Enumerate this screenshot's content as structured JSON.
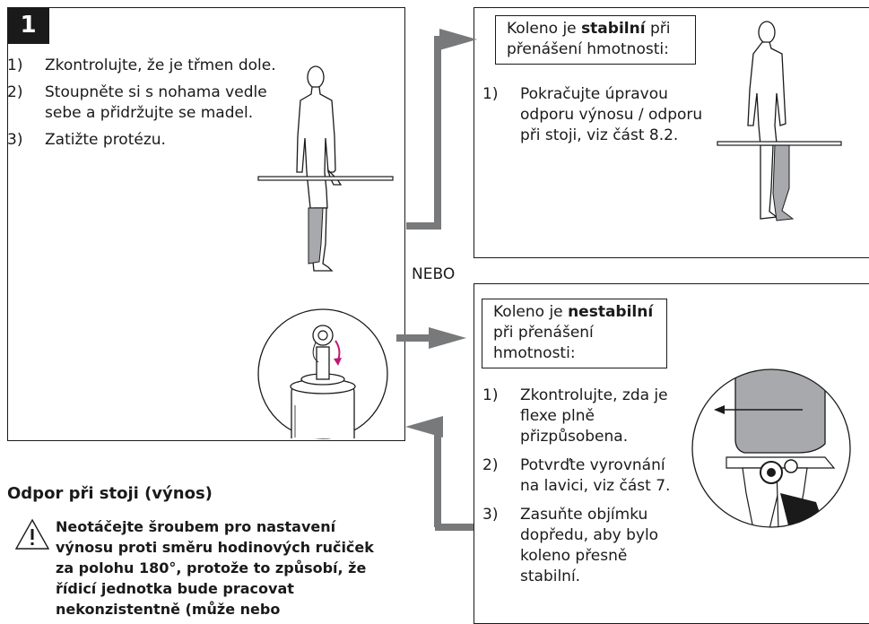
{
  "step": {
    "number": "1"
  },
  "left_box": {
    "items": [
      {
        "num": "1)",
        "text": "Zkontrolujte, že je třmen dole."
      },
      {
        "num": "2)",
        "text": "Stoupněte si s nohama vedle sebe a přidržujte se madel."
      },
      {
        "num": "3)",
        "text": "Zatižte protézu."
      }
    ]
  },
  "stable_box": {
    "callout_pre": "Koleno je ",
    "callout_bold": "stabilní",
    "callout_post": " při přenášení hmotnosti:",
    "items": [
      {
        "num": "1)",
        "text": "Pokračujte úpravou odporu výnosu / odporu při stoji, viz část 8.2."
      }
    ]
  },
  "or_label": "NEBO",
  "unstable_box": {
    "callout_pre": "Koleno je ",
    "callout_bold": "nestabilní",
    "callout_post": " při přenášení hmotnosti:",
    "items": [
      {
        "num": "1)",
        "text": "Zkontrolujte, zda je flexe plně přizpůsobena."
      },
      {
        "num": "2)",
        "text": "Potvrďte vyrovnání na lavici, viz část 7."
      },
      {
        "num": "3)",
        "text": "Zasuňte objímku dopředu, aby bylo koleno přesně stabilní."
      }
    ]
  },
  "section": {
    "title": "Odpor při stoji (výnos)",
    "warning": "Neotáčejte šroubem pro nastavení výnosu proti směru hodinových ručiček za polohu 180°, protože to způsobí, že řídicí jednotka bude pracovat nekonzistentně (může nebo"
  },
  "colors": {
    "arrow": "#77797b",
    "prosthesis": "#a7a9ac",
    "accent": "#c0197a"
  }
}
